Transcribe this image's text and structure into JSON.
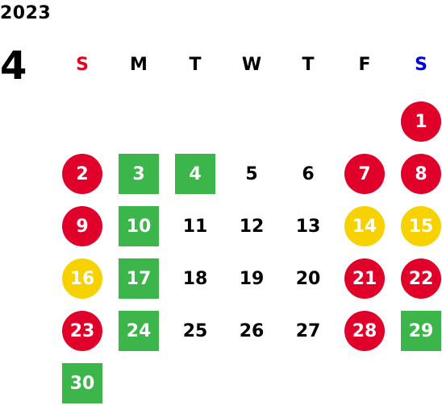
{
  "calendar": {
    "year": "2023",
    "month": "4",
    "weekdays": [
      {
        "label": "S",
        "color": "#e6001e"
      },
      {
        "label": "M",
        "color": "#000000"
      },
      {
        "label": "T",
        "color": "#000000"
      },
      {
        "label": "W",
        "color": "#000000"
      },
      {
        "label": "T",
        "color": "#000000"
      },
      {
        "label": "F",
        "color": "#000000"
      },
      {
        "label": "S",
        "color": "#0000dd"
      }
    ],
    "first_weekday_index": 6,
    "colors": {
      "holiday_red": "#e0002a",
      "yellow": "#f7d200",
      "green": "#3cb54a"
    },
    "days": [
      {
        "day": "1",
        "style": "circle",
        "color": "#e0002a"
      },
      {
        "day": "2",
        "style": "circle",
        "color": "#e0002a"
      },
      {
        "day": "3",
        "style": "square",
        "color": "#3cb54a"
      },
      {
        "day": "4",
        "style": "square",
        "color": "#3cb54a"
      },
      {
        "day": "5",
        "style": "plain"
      },
      {
        "day": "6",
        "style": "plain"
      },
      {
        "day": "7",
        "style": "circle",
        "color": "#e0002a"
      },
      {
        "day": "8",
        "style": "circle",
        "color": "#e0002a"
      },
      {
        "day": "9",
        "style": "circle",
        "color": "#e0002a"
      },
      {
        "day": "10",
        "style": "square",
        "color": "#3cb54a"
      },
      {
        "day": "11",
        "style": "plain"
      },
      {
        "day": "12",
        "style": "plain"
      },
      {
        "day": "13",
        "style": "plain"
      },
      {
        "day": "14",
        "style": "circle",
        "color": "#f7d200"
      },
      {
        "day": "15",
        "style": "circle",
        "color": "#f7d200"
      },
      {
        "day": "16",
        "style": "circle",
        "color": "#f7d200"
      },
      {
        "day": "17",
        "style": "square",
        "color": "#3cb54a"
      },
      {
        "day": "18",
        "style": "plain"
      },
      {
        "day": "19",
        "style": "plain"
      },
      {
        "day": "20",
        "style": "plain"
      },
      {
        "day": "21",
        "style": "circle",
        "color": "#e0002a"
      },
      {
        "day": "22",
        "style": "circle",
        "color": "#e0002a"
      },
      {
        "day": "23",
        "style": "circle",
        "color": "#e0002a"
      },
      {
        "day": "24",
        "style": "square",
        "color": "#3cb54a"
      },
      {
        "day": "25",
        "style": "plain"
      },
      {
        "day": "26",
        "style": "plain"
      },
      {
        "day": "27",
        "style": "plain"
      },
      {
        "day": "28",
        "style": "circle",
        "color": "#e0002a"
      },
      {
        "day": "29",
        "style": "square",
        "color": "#3cb54a"
      },
      {
        "day": "30",
        "style": "square",
        "color": "#3cb54a"
      }
    ]
  }
}
